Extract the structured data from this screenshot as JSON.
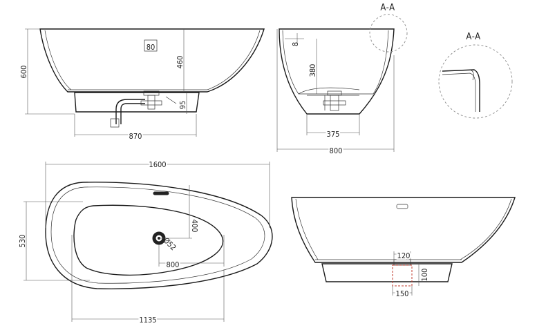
{
  "side_view": {
    "dim_height": "600",
    "dim_inner_depth": "460",
    "dim_overflow": "80",
    "dim_base_height": "95",
    "dim_base_length": "870"
  },
  "end_view": {
    "dim_rim": "8",
    "dim_depth": "380",
    "dim_base_width": "375",
    "dim_width": "800",
    "section_label": "A-A"
  },
  "detail": {
    "section_label": "A-A"
  },
  "plan_view": {
    "dim_length": "1600",
    "dim_width": "530",
    "dim_drain_from_side": "400",
    "dim_drain_diameter": "Ø52",
    "dim_drain_from_end": "800",
    "dim_inner_length": "1135"
  },
  "front_view": {
    "dim_cutout_top": "120",
    "dim_cutout_height": "100",
    "dim_cutout_bottom": "150"
  }
}
